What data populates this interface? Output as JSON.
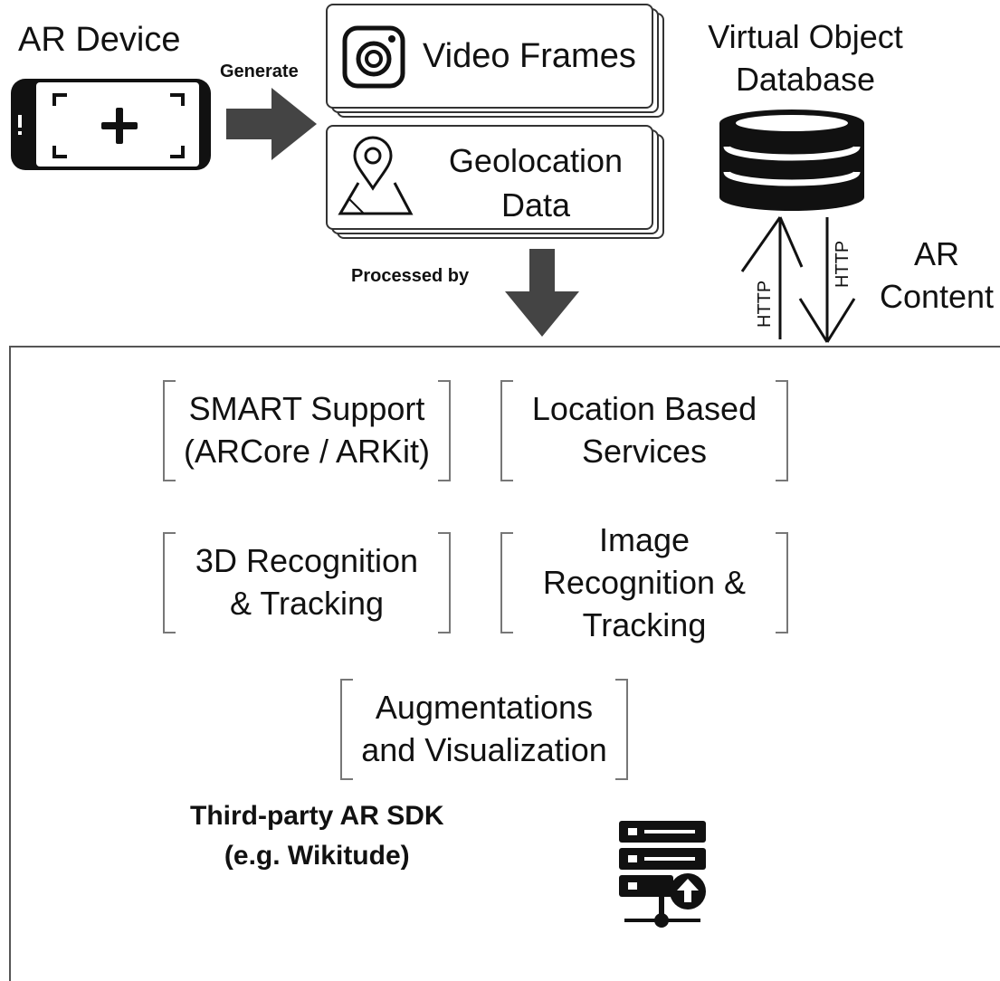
{
  "device": {
    "label": "AR Device"
  },
  "edges": {
    "generate": "Generate",
    "processed_by": "Processed by"
  },
  "inputs": {
    "video": {
      "label": "Video Frames"
    },
    "geo": {
      "line1": "Geolocation",
      "line2": "Data"
    }
  },
  "database": {
    "line1": "Virtual Object",
    "line2": "Database",
    "http_up": "HTTP",
    "http_down": "HTTP"
  },
  "content": {
    "line1": "AR",
    "line2": "Content"
  },
  "modules": [
    {
      "line1": "SMART Support",
      "line2": "(ARCore / ARKit)",
      "line3": ""
    },
    {
      "line1": "Location Based",
      "line2": "Services",
      "line3": ""
    },
    {
      "line1": "3D Recognition",
      "line2": "& Tracking",
      "line3": ""
    },
    {
      "line1": "Image",
      "line2": "Recognition &",
      "line3": "Tracking"
    },
    {
      "line1": "Augmentations",
      "line2": "and Visualization",
      "line3": ""
    }
  ],
  "sdk": {
    "line1": "Third-party AR SDK",
    "line2": "(e.g. Wikitude)"
  },
  "icons": {
    "device": "smartphone-camera-icon",
    "camera": "camera-icon",
    "map": "map-pin-icon",
    "database": "database-icon",
    "server": "server-upload-icon"
  },
  "colors": {
    "arrow": "#444444",
    "stroke": "#111111",
    "bracket": "#777777"
  }
}
